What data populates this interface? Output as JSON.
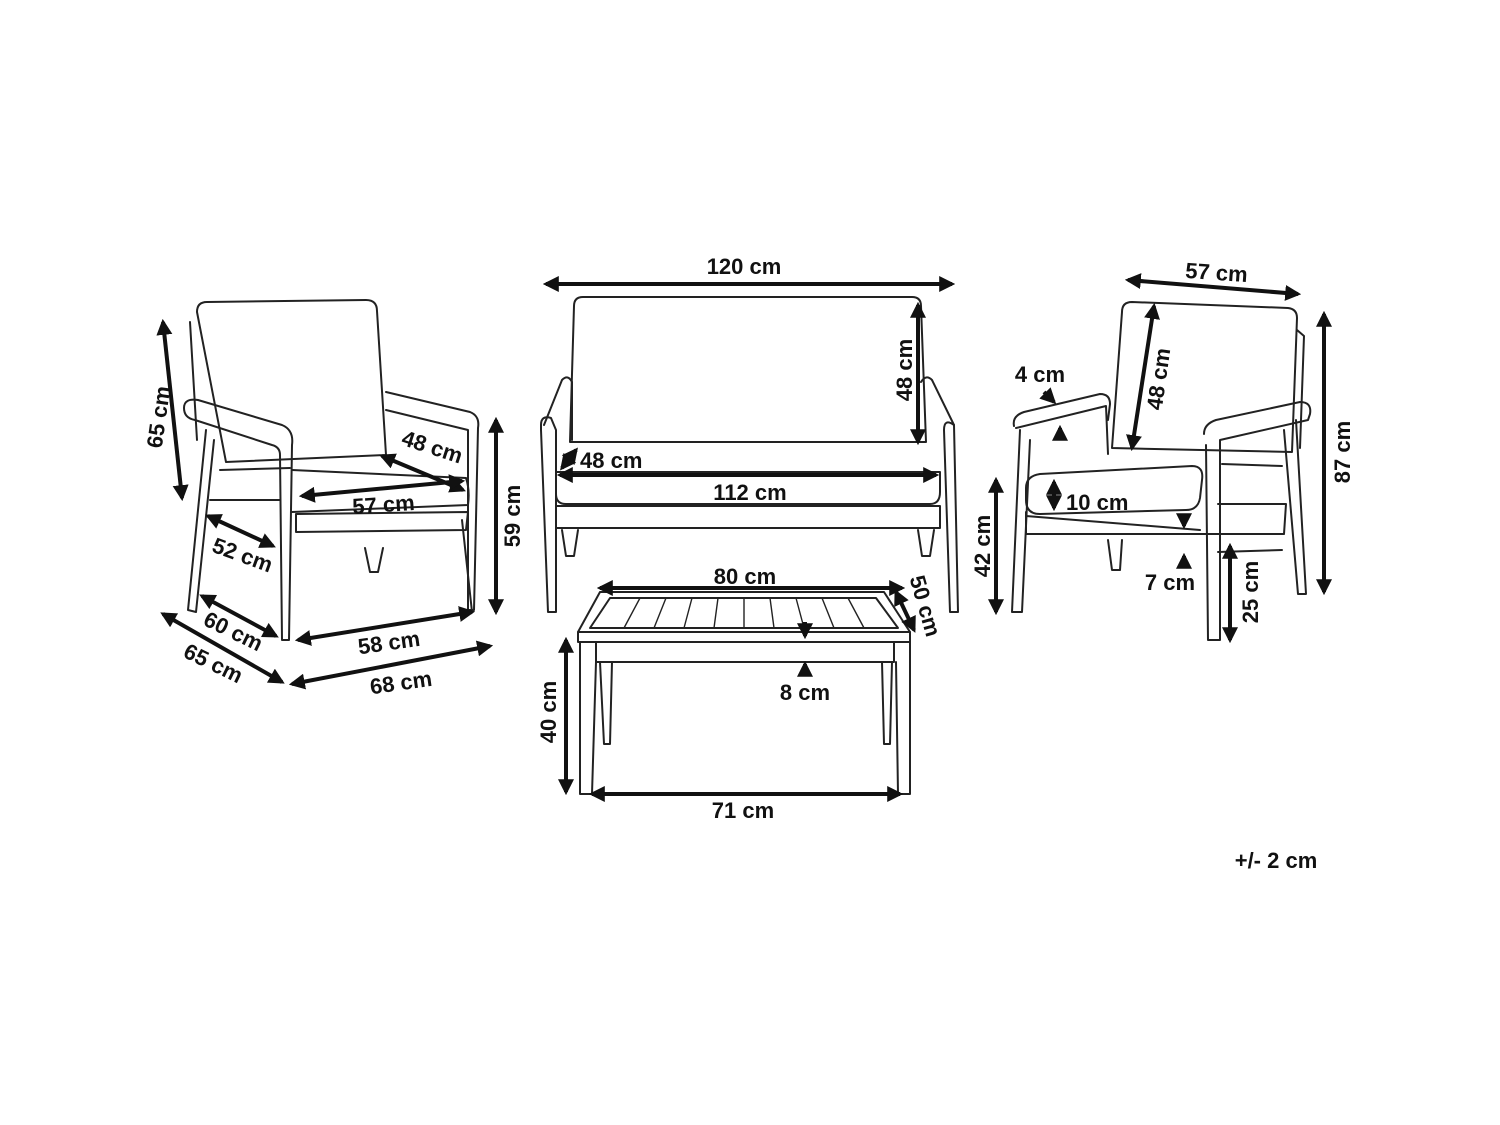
{
  "dimensions": {
    "armchair_left": {
      "back_height": "65 cm",
      "back_depth": "48 cm",
      "seat_width": "57 cm",
      "seat_depth": "52 cm",
      "arm_height": "59 cm",
      "inner_depth": "60 cm",
      "inner_width": "58 cm",
      "total_depth": "65 cm",
      "total_width": "68 cm"
    },
    "sofa": {
      "total_width": "120 cm",
      "back_height": "48 cm",
      "seat_depth": "48 cm",
      "seat_width": "112 cm"
    },
    "table": {
      "top_width": "80 cm",
      "top_depth": "50 cm",
      "apron": "8 cm",
      "height": "40 cm",
      "base_width": "71 cm"
    },
    "armchair_right": {
      "back_width": "57 cm",
      "back_height": "48 cm",
      "arm_thickness": "4 cm",
      "cushion_thickness": "10 cm",
      "seat_height": "42 cm",
      "frame_thickness": "7 cm",
      "leg_height": "25 cm",
      "total_height": "87 cm"
    }
  },
  "tolerance": "+/- 2 cm"
}
